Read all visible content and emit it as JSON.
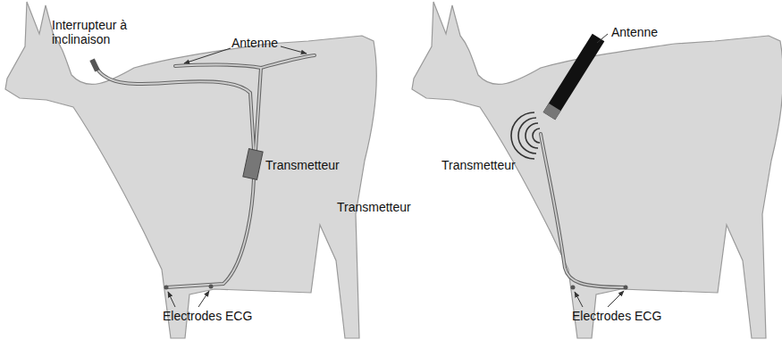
{
  "diagram": {
    "labels": [
      "Interrupteur à inclinaison",
      "Antenne",
      "Transmetteur",
      "Transmetteur",
      "Electrodes ECG",
      "Antenne",
      "Transmetteur",
      "Electrodes ECG"
    ]
  }
}
